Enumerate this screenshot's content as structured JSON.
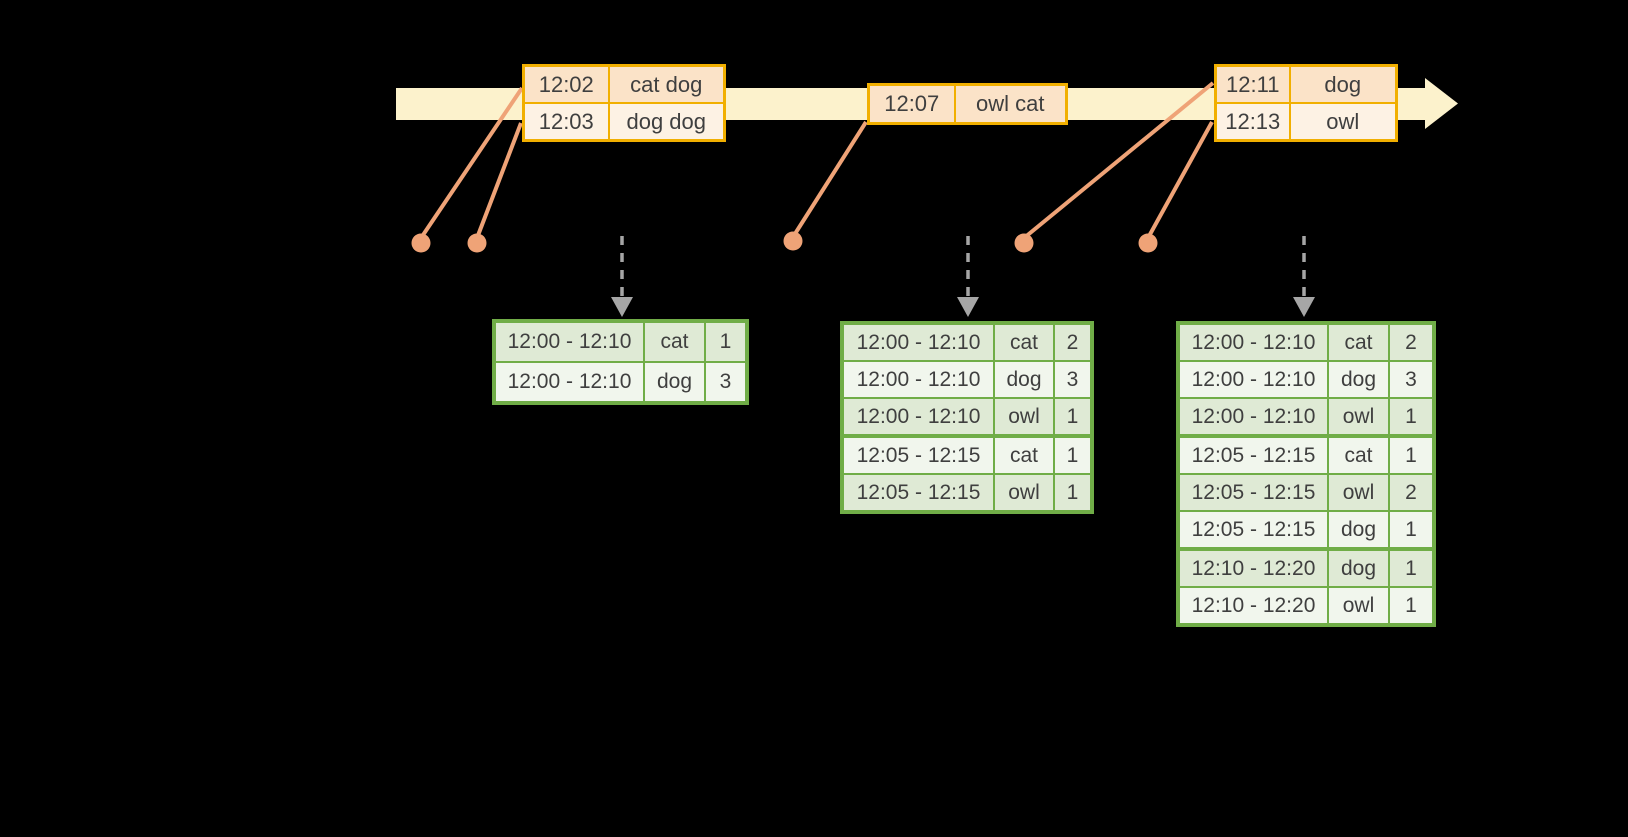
{
  "diagram": {
    "description_semantics": "streaming windowed word-count: events on a timeline feed windowed count result tables",
    "timeline": {
      "event_tables": [
        {
          "rows": [
            {
              "time": "12:02",
              "words": "cat dog"
            },
            {
              "time": "12:03",
              "words": "dog dog"
            }
          ]
        },
        {
          "rows": [
            {
              "time": "12:07",
              "words": "owl cat"
            }
          ]
        },
        {
          "rows": [
            {
              "time": "12:11",
              "words": "dog"
            },
            {
              "time": "12:13",
              "words": "owl"
            }
          ]
        }
      ]
    },
    "result_tables": [
      {
        "rows": [
          {
            "window": "12:00 - 12:10",
            "word": "cat",
            "count": "1"
          },
          {
            "window": "12:00 - 12:10",
            "word": "dog",
            "count": "3"
          }
        ]
      },
      {
        "rows": [
          {
            "window": "12:00 - 12:10",
            "word": "cat",
            "count": "2"
          },
          {
            "window": "12:00 - 12:10",
            "word": "dog",
            "count": "3"
          },
          {
            "window": "12:00 - 12:10",
            "word": "owl",
            "count": "1"
          },
          {
            "window": "12:05 - 12:15",
            "word": "cat",
            "count": "1",
            "group_start": true
          },
          {
            "window": "12:05 - 12:15",
            "word": "owl",
            "count": "1"
          }
        ]
      },
      {
        "rows": [
          {
            "window": "12:00 - 12:10",
            "word": "cat",
            "count": "2"
          },
          {
            "window": "12:00 - 12:10",
            "word": "dog",
            "count": "3"
          },
          {
            "window": "12:00 - 12:10",
            "word": "owl",
            "count": "1"
          },
          {
            "window": "12:05 - 12:15",
            "word": "cat",
            "count": "1",
            "group_start": true
          },
          {
            "window": "12:05 - 12:15",
            "word": "owl",
            "count": "2"
          },
          {
            "window": "12:05 - 12:15",
            "word": "dog",
            "count": "1"
          },
          {
            "window": "12:10 - 12:20",
            "word": "dog",
            "count": "1",
            "group_start": true
          },
          {
            "window": "12:10 - 12:20",
            "word": "owl",
            "count": "1"
          }
        ]
      }
    ],
    "icons": [
      "timeline-arrow-icon",
      "event-dot-icon",
      "event-connector-line",
      "trigger-down-arrow-icon"
    ]
  },
  "colors": {
    "bg": "#000000",
    "band": "#fcf2cc",
    "gold": "#f1af00",
    "peachDark": "#fbe3c8",
    "peachLight": "#fdf2e4",
    "salmon": "#efa377",
    "green": "#70ad47",
    "greenDark": "#dfead5",
    "greenLight": "#f1f6ed",
    "grayArrow": "#a6a6a6",
    "text": "#3f3f3f"
  }
}
